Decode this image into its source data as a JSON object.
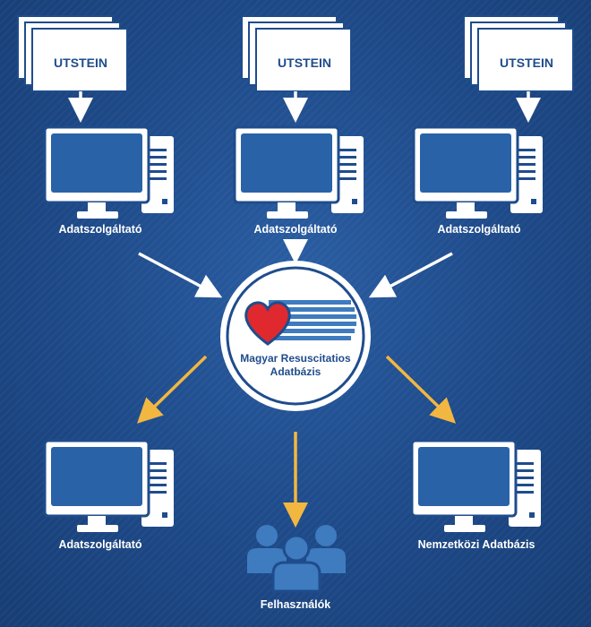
{
  "documents": [
    {
      "label": "UTSTEIN"
    },
    {
      "label": "UTSTEIN"
    },
    {
      "label": "UTSTEIN"
    }
  ],
  "providers_top": [
    {
      "label": "Adatszolgáltató"
    },
    {
      "label": "Adatszolgáltató"
    },
    {
      "label": "Adatszolgáltató"
    }
  ],
  "hub": {
    "line1": "Magyar Resuscitatios",
    "line2": "Adatbázis"
  },
  "outputs": {
    "left": "Adatszolgáltató",
    "center": "Felhasználók",
    "right": "Nemzetközi Adatbázis"
  },
  "colors": {
    "background": "#1f4c8c",
    "white_arrow": "#ffffff",
    "output_arrow": "#f2b740",
    "heart": "#e0292f",
    "screen": "#2a62a8",
    "users_icon": "#3f7bbf"
  }
}
